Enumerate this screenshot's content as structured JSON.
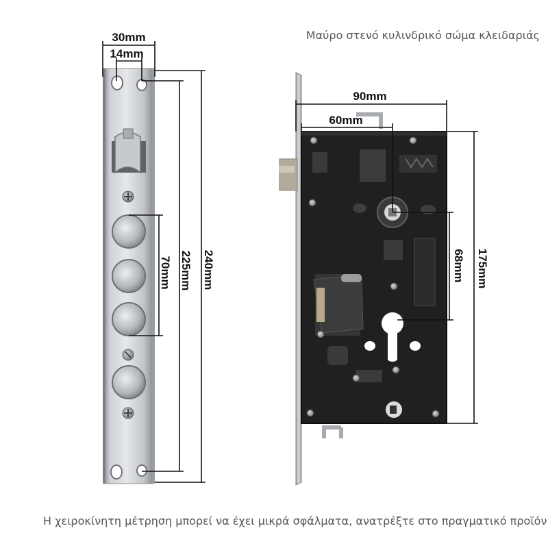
{
  "caption_top": "Μαύρο στενό κυλινδρικό σώμα κλειδαριάς",
  "caption_bottom": "Η χειροκίνητη μέτρηση μπορεί να έχει μικρά σφάλματα, ανατρέξτε στο πραγματικό προϊόν",
  "faceplate": {
    "width_label": "30mm",
    "hole_offset_label": "14mm",
    "bolt_spacing_label": "70mm",
    "hole_spacing_label": "225mm",
    "length_label": "240mm"
  },
  "lock_body": {
    "depth_label": "90mm",
    "backset_label": "60mm",
    "center_distance_label": "68mm",
    "height_label": "175mm"
  },
  "colors": {
    "steel": "#b9bcc0",
    "body": "#1e1e1e",
    "dimension_line": "#111111"
  }
}
